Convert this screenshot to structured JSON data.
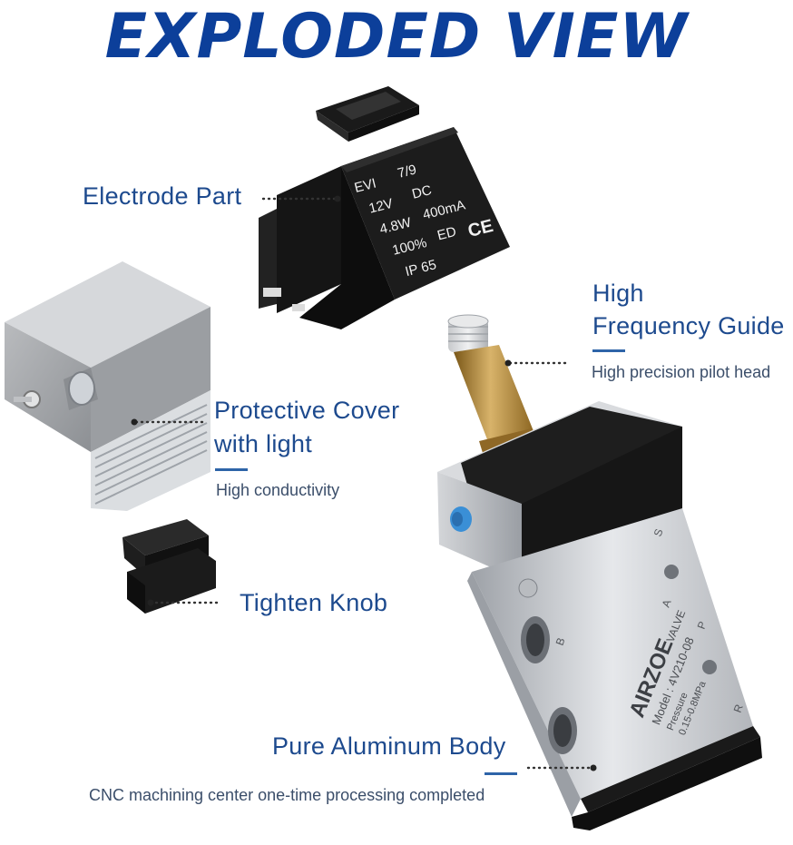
{
  "title": "EXPLODED VIEW",
  "labels": {
    "electrode": {
      "title": "Electrode Part"
    },
    "guide": {
      "title_line1": "High",
      "title_line2": "Frequency Guide",
      "subtitle": "High precision pilot head"
    },
    "cover": {
      "title_line1": "Protective Cover",
      "title_line2": "with light",
      "subtitle": "High conductivity"
    },
    "knob": {
      "title": "Tighten Knob"
    },
    "body": {
      "title": "Pure Aluminum Body",
      "subtitle": "CNC machining center one-time processing completed"
    }
  },
  "coil_text": {
    "r1a": "EVI",
    "r1b": "7/9",
    "r2a": "12V",
    "r2b": "DC",
    "r3a": "4.8W",
    "r3b": "400mA",
    "r4a": "100%",
    "r4b": "ED",
    "r5a": "IP 65",
    "ce": "CE"
  },
  "valve_text": {
    "brand": "AIRZOE",
    "valve": "VALVE",
    "model": "Model : 4V210-08",
    "pressure": "Pressure",
    "range": "0.15-0.8MPa",
    "port_a": "A",
    "port_b": "B",
    "port_p": "P",
    "port_r": "R",
    "port_s": "S"
  },
  "colors": {
    "title": "#0c3f9a",
    "label": "#1d4a8e",
    "accent_bar": "#2e64a8",
    "coil": "#1c1c1c",
    "aluminum": "#c9cbcf",
    "brass": "#b58a3c",
    "blue_plug": "#3a8fd6"
  }
}
